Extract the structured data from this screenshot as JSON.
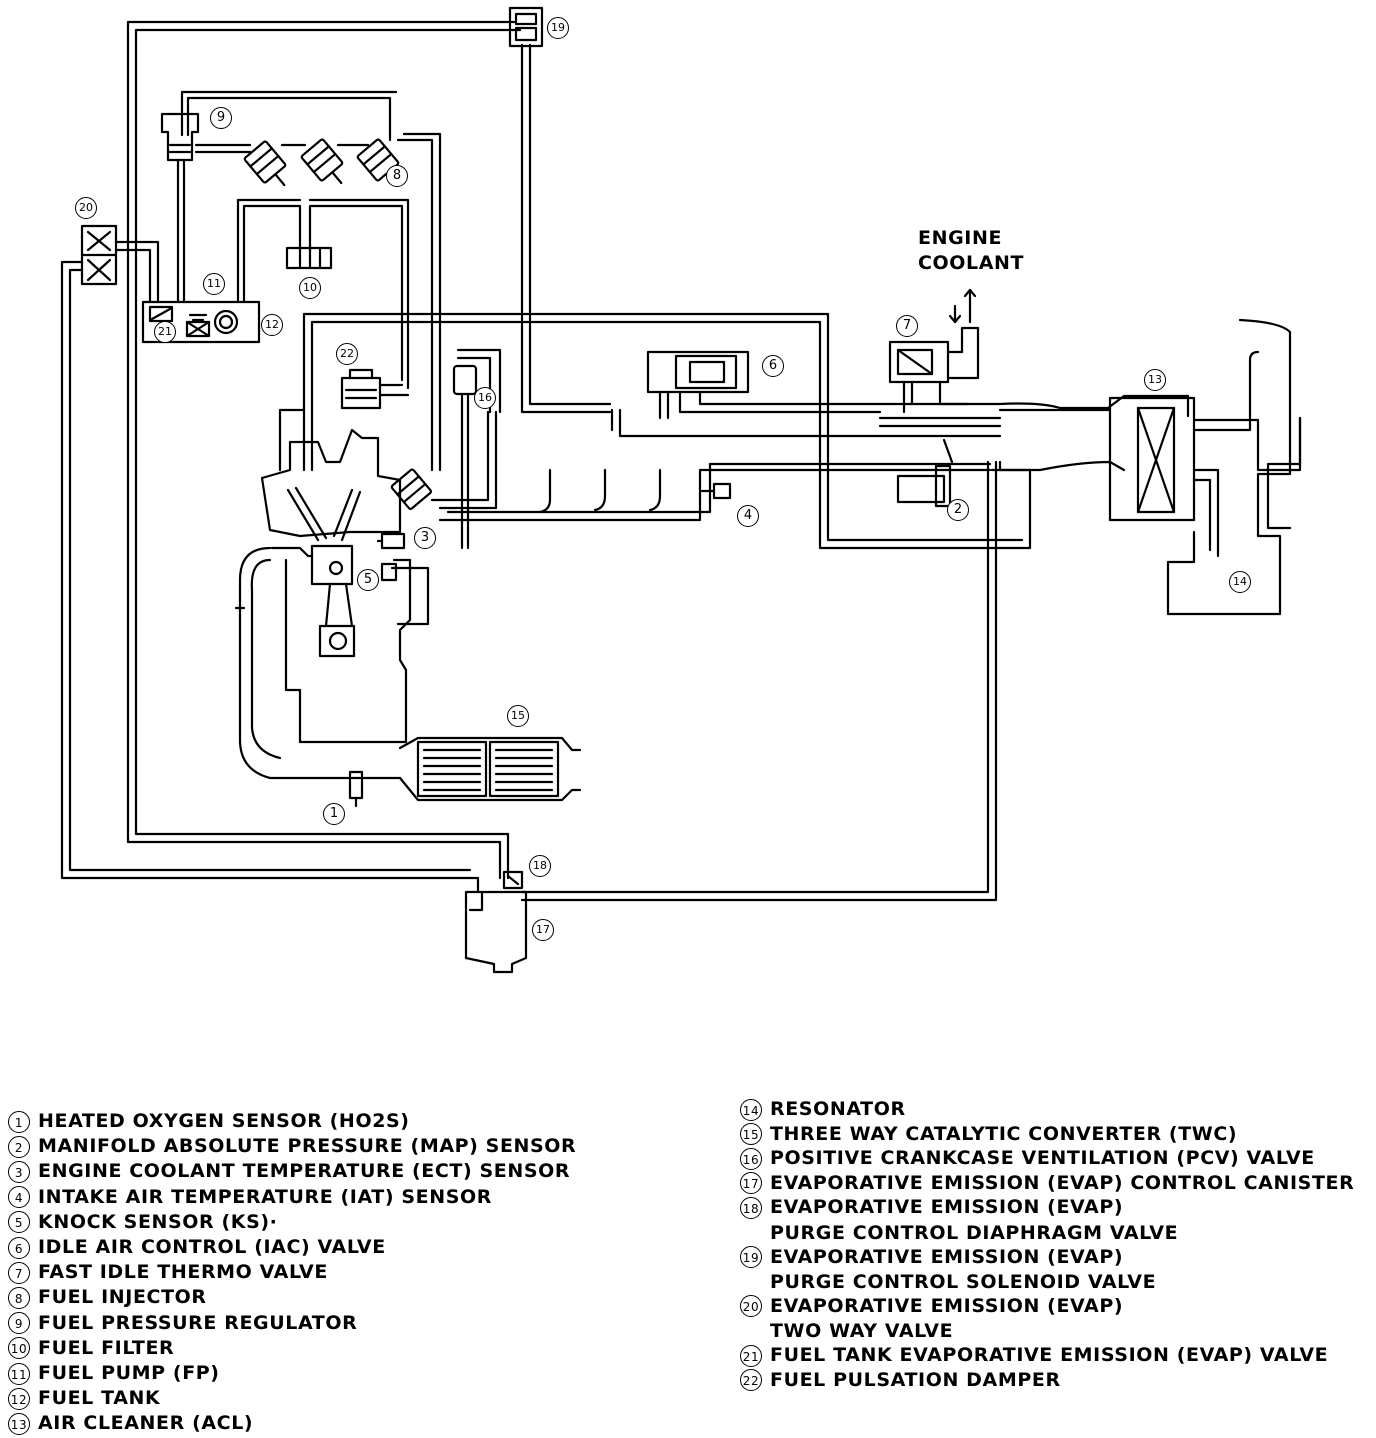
{
  "diagram": {
    "engine_coolant_label": [
      "ENGINE",
      "COOLANT"
    ],
    "callouts": [
      "1",
      "2",
      "3",
      "4",
      "5",
      "6",
      "7",
      "8",
      "9",
      "10",
      "11",
      "12",
      "13",
      "14",
      "15",
      "16",
      "17",
      "18",
      "19",
      "20",
      "21",
      "22"
    ]
  },
  "legend": {
    "left": [
      {
        "num": "1",
        "text": "HEATED OXYGEN SENSOR (HO2S)"
      },
      {
        "num": "2",
        "text": "MANIFOLD ABSOLUTE PRESSURE (MAP) SENSOR"
      },
      {
        "num": "3",
        "text": "ENGINE COOLANT TEMPERATURE (ECT) SENSOR"
      },
      {
        "num": "4",
        "text": "INTAKE AIR TEMPERATURE (IAT) SENSOR"
      },
      {
        "num": "5",
        "text": "KNOCK SENSOR (KS)·"
      },
      {
        "num": "6",
        "text": "IDLE AIR CONTROL (IAC) VALVE"
      },
      {
        "num": "7",
        "text": "FAST IDLE THERMO VALVE"
      },
      {
        "num": "8",
        "text": "FUEL INJECTOR"
      },
      {
        "num": "9",
        "text": "FUEL PRESSURE REGULATOR"
      },
      {
        "num": "10",
        "text": "FUEL FILTER"
      },
      {
        "num": "11",
        "text": "FUEL PUMP (FP)"
      },
      {
        "num": "12",
        "text": "FUEL TANK"
      },
      {
        "num": "13",
        "text": "AIR CLEANER (ACL)"
      }
    ],
    "right": [
      {
        "num": "14",
        "text": "RESONATOR"
      },
      {
        "num": "15",
        "text": "THREE WAY CATALYTIC CONVERTER (TWC)"
      },
      {
        "num": "16",
        "text": "POSITIVE CRANKCASE VENTILATION (PCV) VALVE"
      },
      {
        "num": "17",
        "text": "EVAPORATIVE EMISSION (EVAP) CONTROL CANISTER"
      },
      {
        "num": "18",
        "text": "EVAPORATIVE EMISSION (EVAP)",
        "cont": "PURGE CONTROL DIAPHRAGM VALVE"
      },
      {
        "num": "19",
        "text": "EVAPORATIVE EMISSION (EVAP)",
        "cont": "PURGE CONTROL SOLENOID VALVE"
      },
      {
        "num": "20",
        "text": "EVAPORATIVE EMISSION (EVAP)",
        "cont": "TWO WAY VALVE"
      },
      {
        "num": "21",
        "text": "FUEL TANK EVAPORATIVE EMISSION (EVAP) VALVE"
      },
      {
        "num": "22",
        "text": "FUEL PULSATION DAMPER"
      }
    ]
  }
}
